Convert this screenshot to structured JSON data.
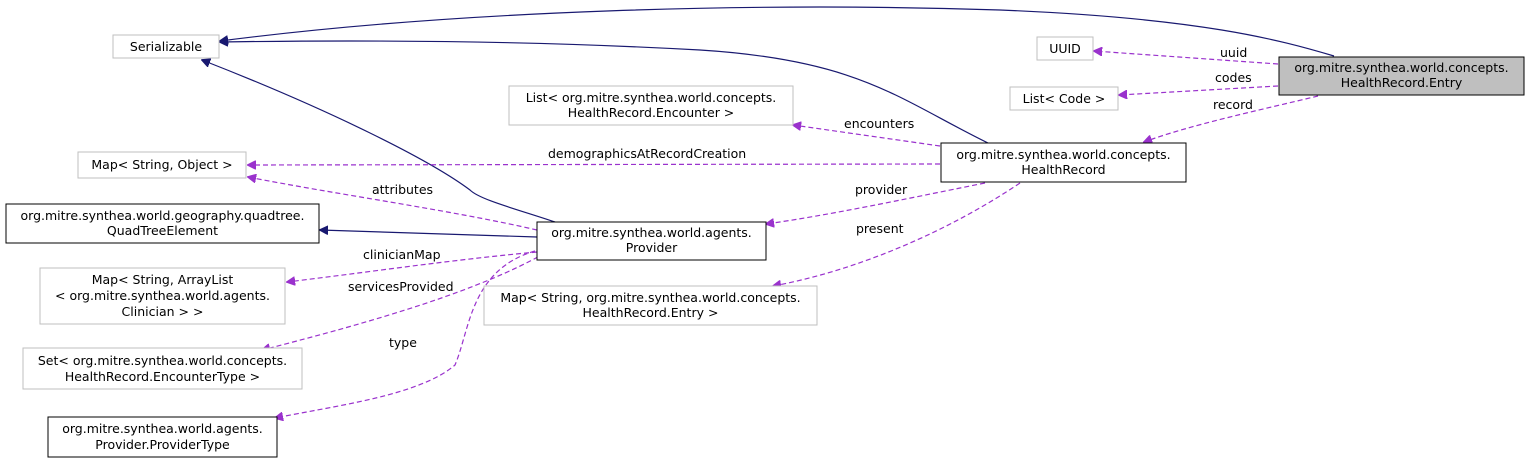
{
  "colors": {
    "inheritance": "#191970",
    "usage": "#9a32cd",
    "highlight_fill": "#bfbfbf",
    "gray_border": "#bfbfbf",
    "black_border": "#000000"
  },
  "nodes": {
    "entry": {
      "lines": [
        "org.mitre.synthea.world.concepts.",
        "HealthRecord.Entry"
      ]
    },
    "serializable": {
      "lines": [
        "Serializable"
      ]
    },
    "uuid": {
      "lines": [
        "UUID"
      ]
    },
    "list_code": {
      "lines": [
        "List< Code >"
      ]
    },
    "list_encounter": {
      "lines": [
        "List< org.mitre.synthea.world.concepts.",
        "HealthRecord.Encounter >"
      ]
    },
    "healthrecord": {
      "lines": [
        "org.mitre.synthea.world.concepts.",
        "HealthRecord"
      ]
    },
    "map_string_object": {
      "lines": [
        "Map< String, Object >"
      ]
    },
    "quadtree": {
      "lines": [
        "org.mitre.synthea.world.geography.quadtree.",
        "QuadTreeElement"
      ]
    },
    "provider": {
      "lines": [
        "org.mitre.synthea.world.agents.",
        "Provider"
      ]
    },
    "map_clinician": {
      "lines": [
        "Map< String, ArrayList",
        "< org.mitre.synthea.world.agents.",
        "Clinician > >"
      ]
    },
    "map_entry": {
      "lines": [
        "Map< String, org.mitre.synthea.world.concepts.",
        "HealthRecord.Entry >"
      ]
    },
    "set_encountertype": {
      "lines": [
        "Set< org.mitre.synthea.world.concepts.",
        "HealthRecord.EncounterType >"
      ]
    },
    "providertype": {
      "lines": [
        "org.mitre.synthea.world.agents.",
        "Provider.ProviderType"
      ]
    }
  },
  "edge_labels": {
    "uuid": "uuid",
    "codes": "codes",
    "record": "record",
    "encounters": "encounters",
    "demographics": "demographicsAtRecordCreation",
    "attributes": "attributes",
    "provider": "provider",
    "present": "present",
    "clinicianMap": "clinicianMap",
    "servicesProvided": "servicesProvided",
    "type": "type"
  }
}
